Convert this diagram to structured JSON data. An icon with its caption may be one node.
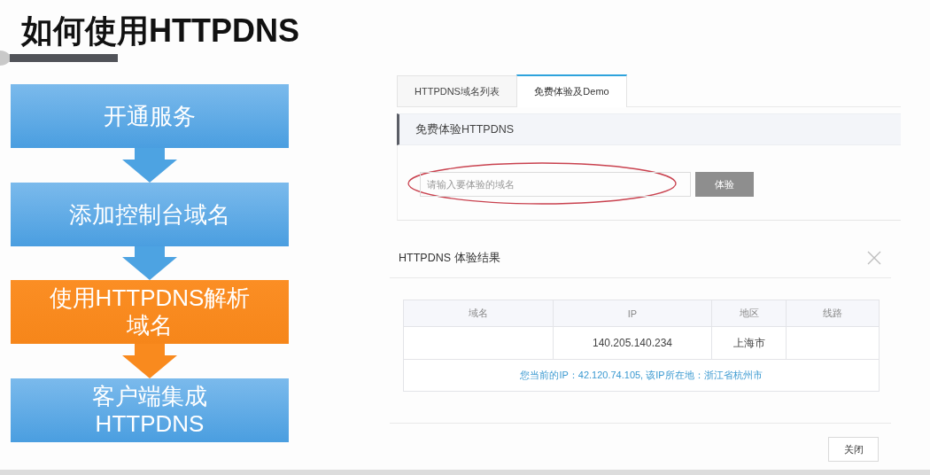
{
  "diagram": {
    "title": "如何使用HTTPDNS",
    "nodes": [
      {
        "text": [
          "开通服务"
        ]
      },
      {
        "text": [
          "添加控制台域名"
        ]
      },
      {
        "text": [
          "使用HTTPDNS解析域名"
        ]
      },
      {
        "text": [
          "客户端集成HTTPDNS"
        ]
      }
    ],
    "edges": [
      {
        "from": 0,
        "to": 1,
        "arrow": "to"
      },
      {
        "from": 1,
        "to": 2,
        "arrow": "to"
      },
      {
        "from": 2,
        "to": 3,
        "arrow": "to",
        "color": "#f98a1e"
      }
    ],
    "labels": [
      "HTTPDNS域名列表",
      "免费体验及Demo",
      "免费体验HTTPDNS",
      "请输入要体验的域名",
      "体验",
      "HTTPDNS 体验结果",
      "域名",
      "IP",
      "地区",
      "线路",
      "140.205.140.234",
      "上海市",
      "您当前的IP：42.120.74.105, 该IP所在地：浙江省杭州市",
      "关闭"
    ]
  }
}
